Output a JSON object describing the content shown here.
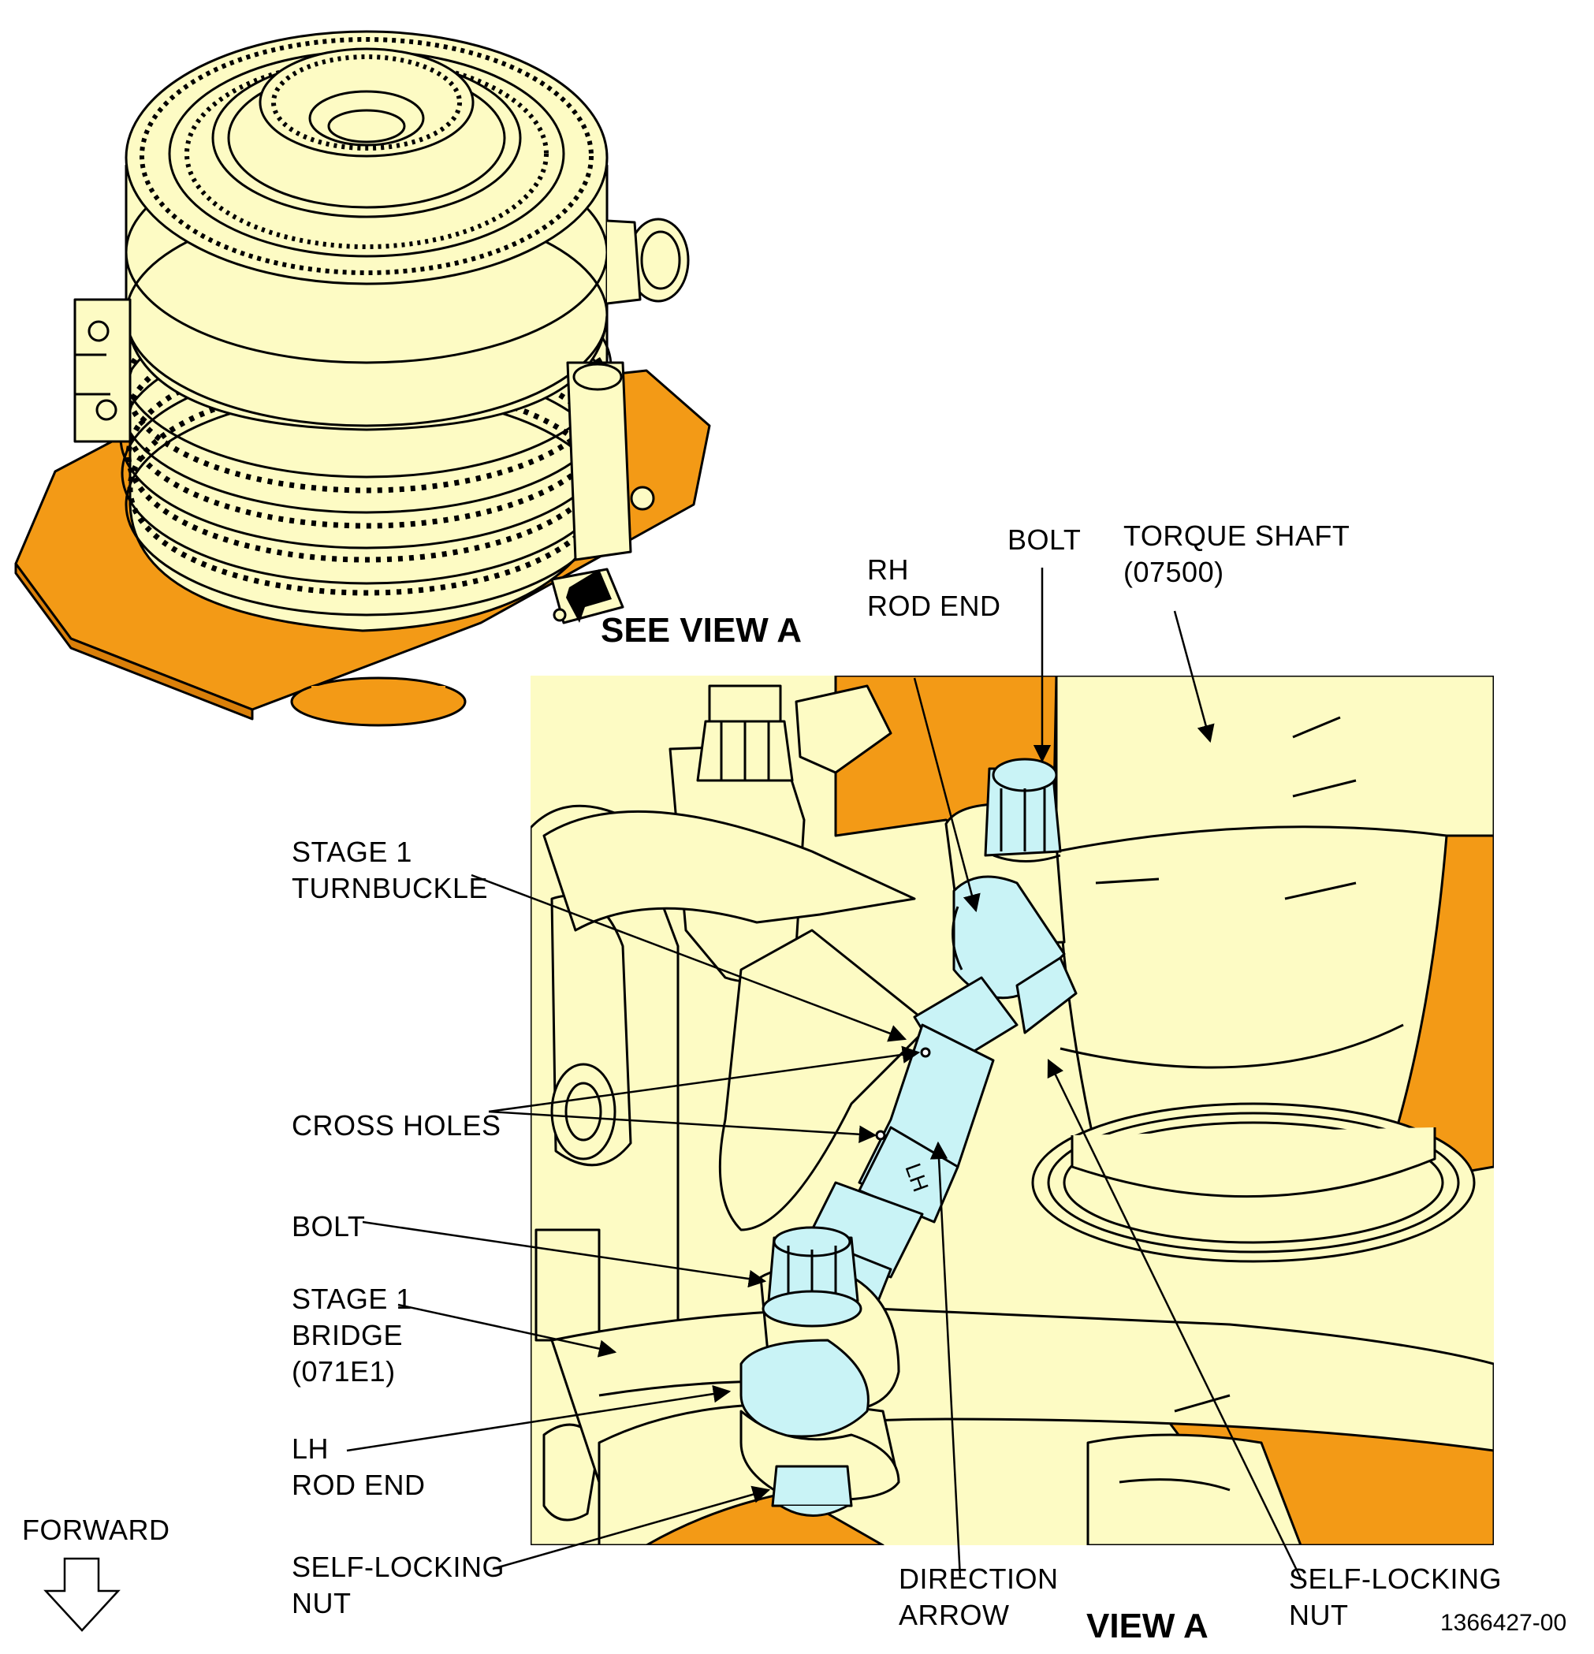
{
  "colors": {
    "cream": "#fdfbc4",
    "orange": "#f39a16",
    "part_blue": "#c9f3f6",
    "line": "#000000"
  },
  "callout_see_view": "SEE VIEW A",
  "view_title": "VIEW A",
  "figure_number": "1366427-00",
  "forward": {
    "label": "FORWARD",
    "icon": "forward-arrow-icon"
  },
  "labels": {
    "rh_rod_end": {
      "line1": "RH",
      "line2": "ROD END"
    },
    "bolt_top": "BOLT",
    "torque_shaft": {
      "line1": "TORQUE SHAFT",
      "line2": "(07500)"
    },
    "stage1_turnbuckle": {
      "line1": "STAGE 1",
      "line2": "TURNBUCKLE"
    },
    "cross_holes": "CROSS HOLES",
    "bolt_bottom": "BOLT",
    "stage1_bridge": {
      "line1": "STAGE 1",
      "line2": "BRIDGE",
      "line3": "(071E1)"
    },
    "lh_rod_end": {
      "line1": "LH",
      "line2": "ROD END"
    },
    "self_locking_nut_left": {
      "line1": "SELF-LOCKING",
      "line2": "NUT"
    },
    "direction_arrow": {
      "line1": "DIRECTION",
      "line2": "ARROW"
    },
    "self_locking_nut_right": {
      "line1": "SELF-LOCKING",
      "line2": "NUT"
    },
    "turnbuckle_marking": "LH"
  }
}
